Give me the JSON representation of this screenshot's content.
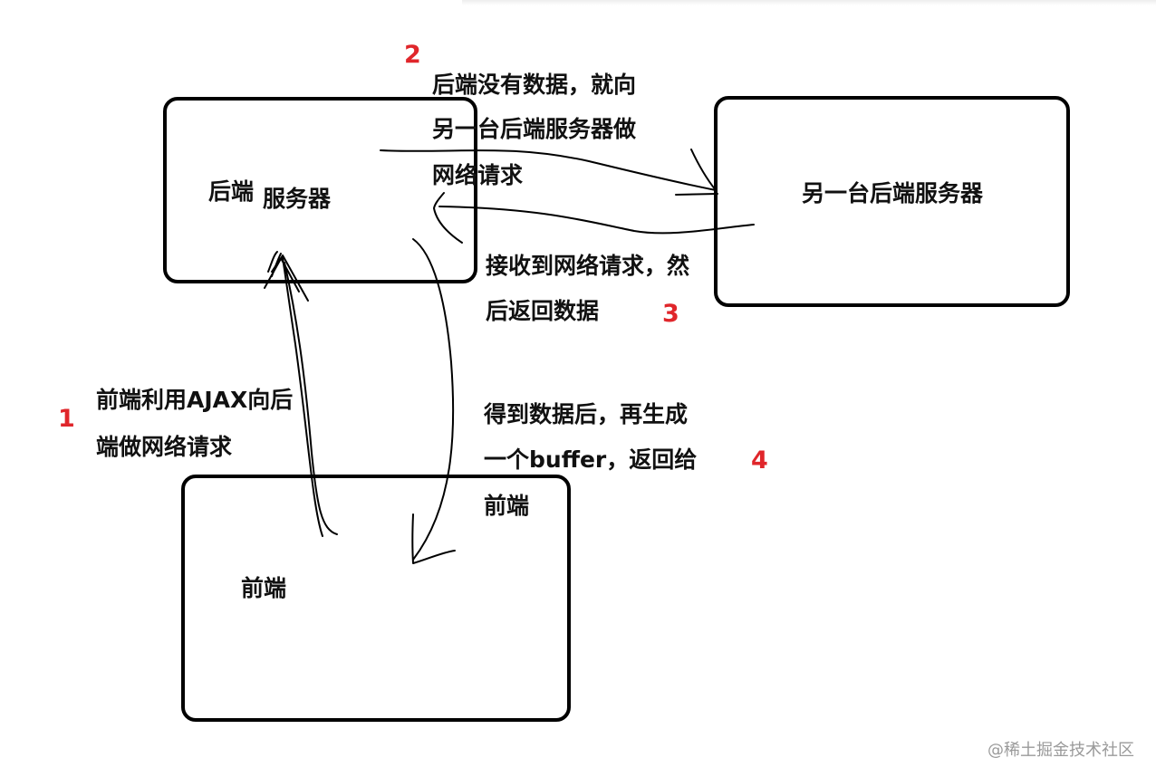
{
  "nodes": {
    "backend": {
      "label_part1": "后端",
      "label_part2": "服务器"
    },
    "other_backend": {
      "label": "另一台后端服务器"
    },
    "frontend": {
      "label": "前端"
    }
  },
  "steps": [
    {
      "num": "1",
      "lines": [
        "前端利用AJAX向后",
        "端做网络请求"
      ]
    },
    {
      "num": "2",
      "lines": [
        "后端没有数据，就向",
        "另一台后端服务器做",
        "网络请求"
      ]
    },
    {
      "num": "3",
      "lines": [
        "接收到网络请求，然",
        "后返回数据"
      ]
    },
    {
      "num": "4",
      "lines": [
        "得到数据后，再生成",
        "一个buffer，返回给",
        "前端"
      ]
    }
  ],
  "watermark": "@稀土掘金技术社区",
  "colors": {
    "step_number": "#e0262b",
    "stroke": "#000000",
    "watermark": "#9a9a9a"
  }
}
